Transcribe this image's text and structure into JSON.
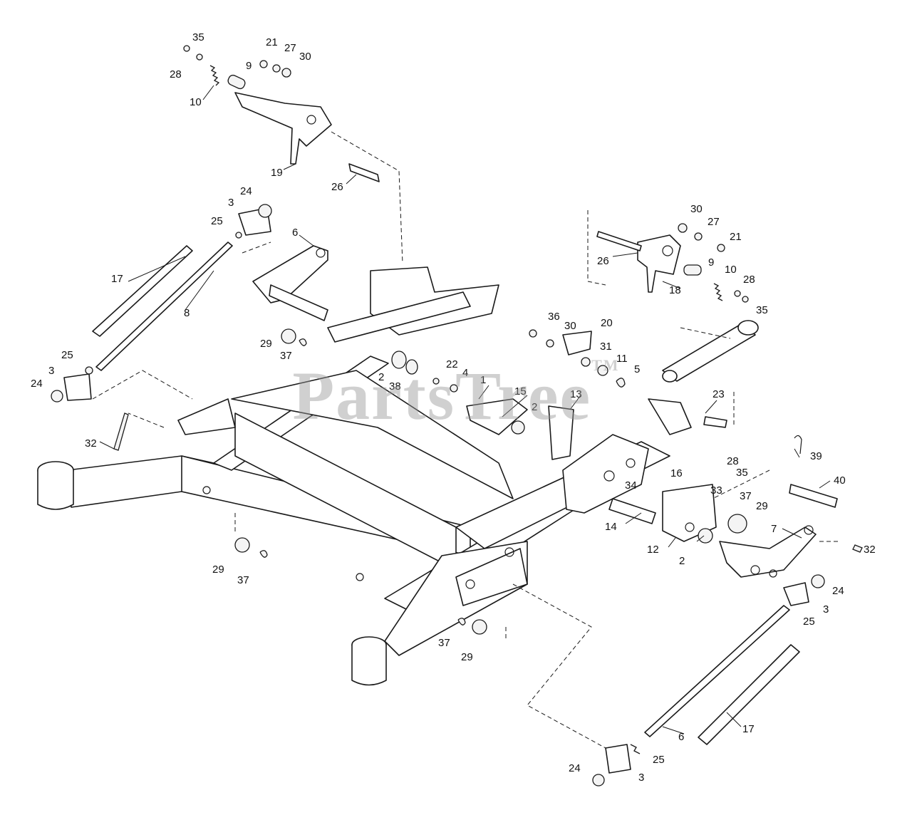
{
  "watermark": {
    "text": "PartsTree",
    "mark": "TM"
  },
  "callouts": [
    {
      "label": "35"
    },
    {
      "label": "28"
    },
    {
      "label": "10"
    },
    {
      "label": "9"
    },
    {
      "label": "21"
    },
    {
      "label": "27"
    },
    {
      "label": "30"
    },
    {
      "label": "19"
    },
    {
      "label": "26"
    },
    {
      "label": "24"
    },
    {
      "label": "3"
    },
    {
      "label": "25"
    },
    {
      "label": "6"
    },
    {
      "label": "17"
    },
    {
      "label": "8"
    },
    {
      "label": "29"
    },
    {
      "label": "37"
    },
    {
      "label": "25"
    },
    {
      "label": "3"
    },
    {
      "label": "24"
    },
    {
      "label": "32"
    },
    {
      "label": "2"
    },
    {
      "label": "38"
    },
    {
      "label": "22"
    },
    {
      "label": "4"
    },
    {
      "label": "1"
    },
    {
      "label": "15"
    },
    {
      "label": "2"
    },
    {
      "label": "13"
    },
    {
      "label": "36"
    },
    {
      "label": "30"
    },
    {
      "label": "20"
    },
    {
      "label": "31"
    },
    {
      "label": "11"
    },
    {
      "label": "5"
    },
    {
      "label": "30"
    },
    {
      "label": "27"
    },
    {
      "label": "21"
    },
    {
      "label": "26"
    },
    {
      "label": "18"
    },
    {
      "label": "9"
    },
    {
      "label": "10"
    },
    {
      "label": "28"
    },
    {
      "label": "35"
    },
    {
      "label": "23"
    },
    {
      "label": "39"
    },
    {
      "label": "40"
    },
    {
      "label": "28"
    },
    {
      "label": "35"
    },
    {
      "label": "16"
    },
    {
      "label": "34"
    },
    {
      "label": "33"
    },
    {
      "label": "37"
    },
    {
      "label": "29"
    },
    {
      "label": "14"
    },
    {
      "label": "12"
    },
    {
      "label": "2"
    },
    {
      "label": "7"
    },
    {
      "label": "32"
    },
    {
      "label": "24"
    },
    {
      "label": "3"
    },
    {
      "label": "25"
    },
    {
      "label": "29"
    },
    {
      "label": "37"
    },
    {
      "label": "37"
    },
    {
      "label": "29"
    },
    {
      "label": "6"
    },
    {
      "label": "17"
    },
    {
      "label": "24"
    },
    {
      "label": "25"
    },
    {
      "label": "3"
    }
  ]
}
